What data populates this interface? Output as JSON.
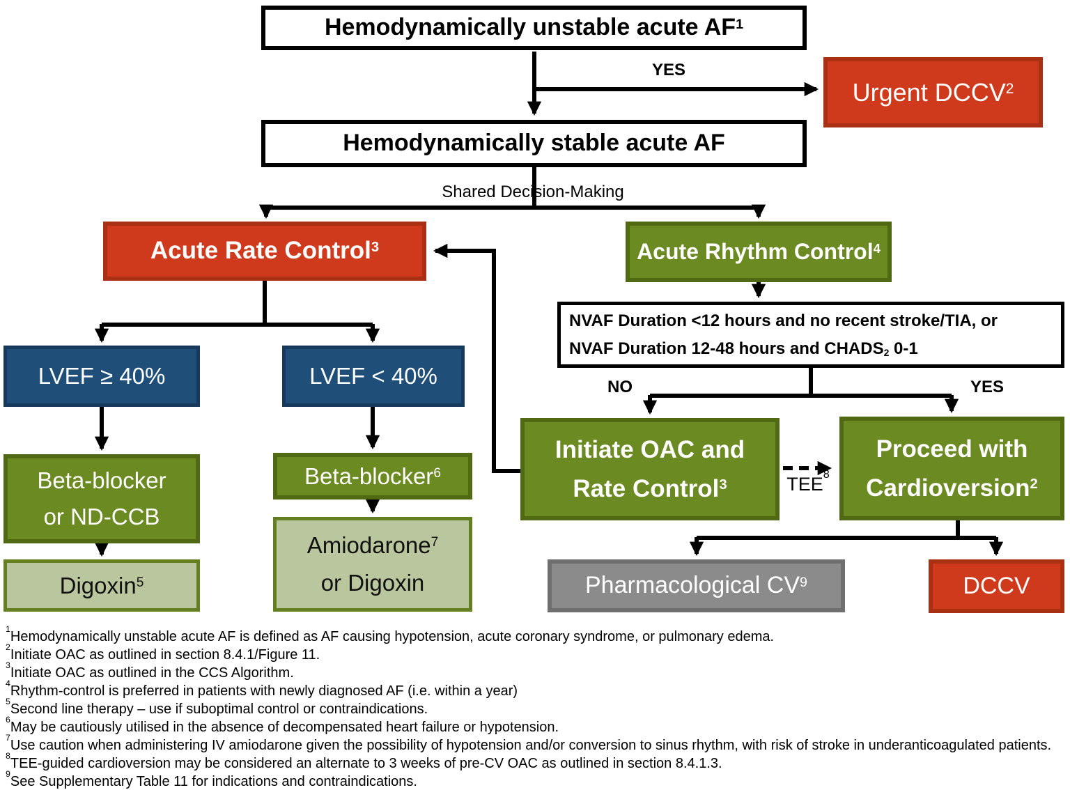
{
  "nodes": {
    "unstable": {
      "text": "Hemodynamically unstable acute AF",
      "sup": "1"
    },
    "urgent_dccv": {
      "text": "Urgent DCCV",
      "sup": "2"
    },
    "stable": {
      "text": "Hemodynamically stable acute AF"
    },
    "rate_control": {
      "text": "Acute Rate Control",
      "sup": "3"
    },
    "rhythm_control": {
      "text": "Acute Rhythm Control",
      "sup": "4"
    },
    "nvaf": {
      "line1": "NVAF Duration <12 hours and no recent stroke/TIA, or",
      "line2_pre": "NVAF Duration 12-48 hours and CHADS",
      "line2_sub": "2",
      "line2_post": " 0-1"
    },
    "lvef_ge": {
      "text": "LVEF ≥ 40%"
    },
    "lvef_lt": {
      "text": "LVEF < 40%"
    },
    "beta_ndccb": {
      "line1": "Beta-blocker",
      "line2": "or ND-CCB"
    },
    "digoxin": {
      "text": "Digoxin",
      "sup": "5"
    },
    "beta6": {
      "text": "Beta-blocker",
      "sup": "6"
    },
    "amiodarone": {
      "line1": "Amiodarone",
      "line1_sup": "7",
      "line2": "or Digoxin"
    },
    "initiate_oac": {
      "line1": "Initiate OAC and",
      "line2": "Rate Control",
      "line2_sup": "3"
    },
    "proceed_cv": {
      "line1": "Proceed with",
      "line2": "Cardioversion",
      "line2_sup": "2"
    },
    "pharm_cv": {
      "text": "Pharmacological CV",
      "sup": "9"
    },
    "dccv": {
      "text": "DCCV"
    }
  },
  "labels": {
    "yes_top": "YES",
    "shared_decision": "Shared Decision-Making",
    "no": "NO",
    "yes_right": "YES",
    "tee": {
      "text": "TEE",
      "sup": "8"
    }
  },
  "footnotes": [
    {
      "sup": "1",
      "text": "Hemodynamically unstable acute AF is defined as AF causing hypotension, acute coronary syndrome, or pulmonary edema."
    },
    {
      "sup": "2",
      "text": "Initiate OAC as outlined in section 8.4.1/Figure 11."
    },
    {
      "sup": "3",
      "text": "Initiate OAC as outlined in the CCS Algorithm."
    },
    {
      "sup": "4",
      "text": "Rhythm-control is preferred in patients with newly diagnosed AF (i.e. within a year)"
    },
    {
      "sup": "5",
      "text": "Second line therapy – use if suboptimal control or contraindications."
    },
    {
      "sup": "6",
      "text": "May be cautiously utilised in the absence of decompensated heart failure or hypotension."
    },
    {
      "sup": "7",
      "text": "Use caution when administering IV amiodarone given the possibility of hypotension and/or conversion to sinus rhythm, with risk of stroke in underanticoagulated patients."
    },
    {
      "sup": "8",
      "text": "TEE-guided cardioversion may be considered an alternate to 3 weeks of pre-CV OAC as outlined in section 8.4.1.3."
    },
    {
      "sup": "9",
      "text": "See Supplementary Table 11 for indications and contraindications."
    }
  ],
  "colors": {
    "red": "#CF3A1C",
    "red_border": "#A93012",
    "green": "#6B8A21",
    "green_border": "#4F6A12",
    "light_green": "#BAC79E",
    "light_green_border": "#647F21",
    "blue": "#1F4E79",
    "blue_border": "#17395C",
    "gray": "#8B8B8B",
    "gray_border": "#6F6F6F",
    "line": "#000000"
  }
}
